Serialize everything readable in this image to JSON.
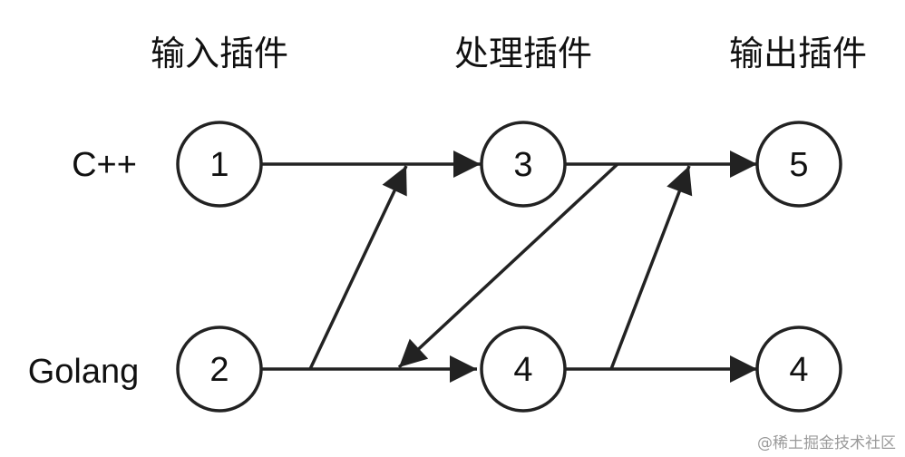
{
  "headers": {
    "input": "输入插件",
    "process": "处理插件",
    "output": "输出插件"
  },
  "rows": {
    "top": "C++",
    "bottom": "Golang"
  },
  "nodes": {
    "n1": "1",
    "n2": "2",
    "n3": "3",
    "n4": "4",
    "n5": "5",
    "n6": "4"
  },
  "watermark": "@稀土掘金技术社区",
  "colors": {
    "stroke": "#222222",
    "text": "#111111",
    "watermark": "#9a9a9a"
  }
}
